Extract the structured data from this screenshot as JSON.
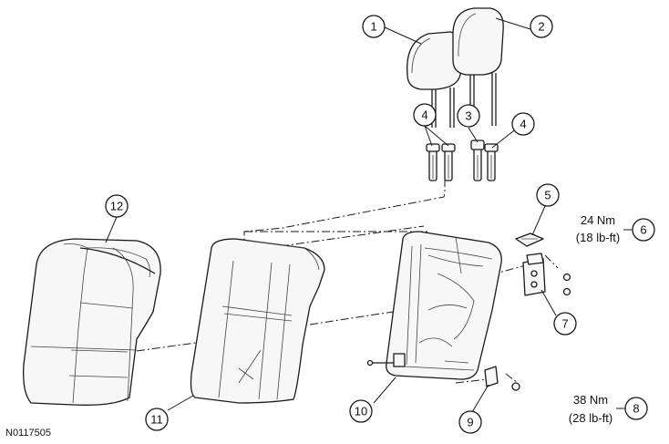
{
  "figure_id": "N0117505",
  "callouts": [
    "1",
    "2",
    "3",
    "4",
    "4",
    "5",
    "6",
    "7",
    "8",
    "9",
    "10",
    "11",
    "12"
  ],
  "torques": {
    "upper": {
      "nm": "24 Nm",
      "lbft": "(18 lb-ft)"
    },
    "lower": {
      "nm": "38 Nm",
      "lbft": "(28 lb-ft)"
    }
  }
}
